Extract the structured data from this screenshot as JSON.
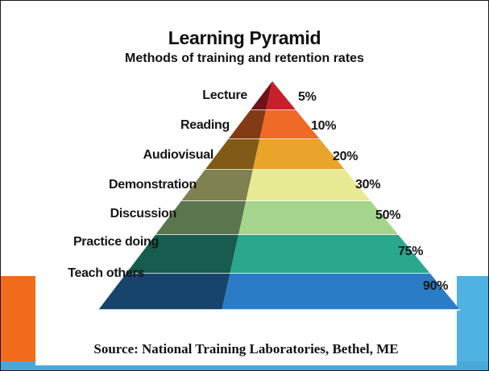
{
  "title": "Learning Pyramid",
  "subtitle": "Methods of training and retention rates",
  "levels": [
    {
      "method": "Lecture",
      "retention": "5%",
      "color": "#c8202a"
    },
    {
      "method": "Reading",
      "retention": "10%",
      "color": "#ef6a26"
    },
    {
      "method": "Audiovisual",
      "retention": "20%",
      "color": "#eaa32b"
    },
    {
      "method": "Demonstration",
      "retention": "30%",
      "color": "#e7ea93"
    },
    {
      "method": "Discussion",
      "retention": "50%",
      "color": "#a5d58d"
    },
    {
      "method": "Practice doing",
      "retention": "75%",
      "color": "#2aa88e"
    },
    {
      "method": "Teach others",
      "retention": "90%",
      "color": "#2a7cc7"
    }
  ],
  "source": "Source: National Training Laboratories, Bethel, ME",
  "colors": {
    "accent_orange": "#f26a1b",
    "accent_blue": "#4fb2e3"
  }
}
